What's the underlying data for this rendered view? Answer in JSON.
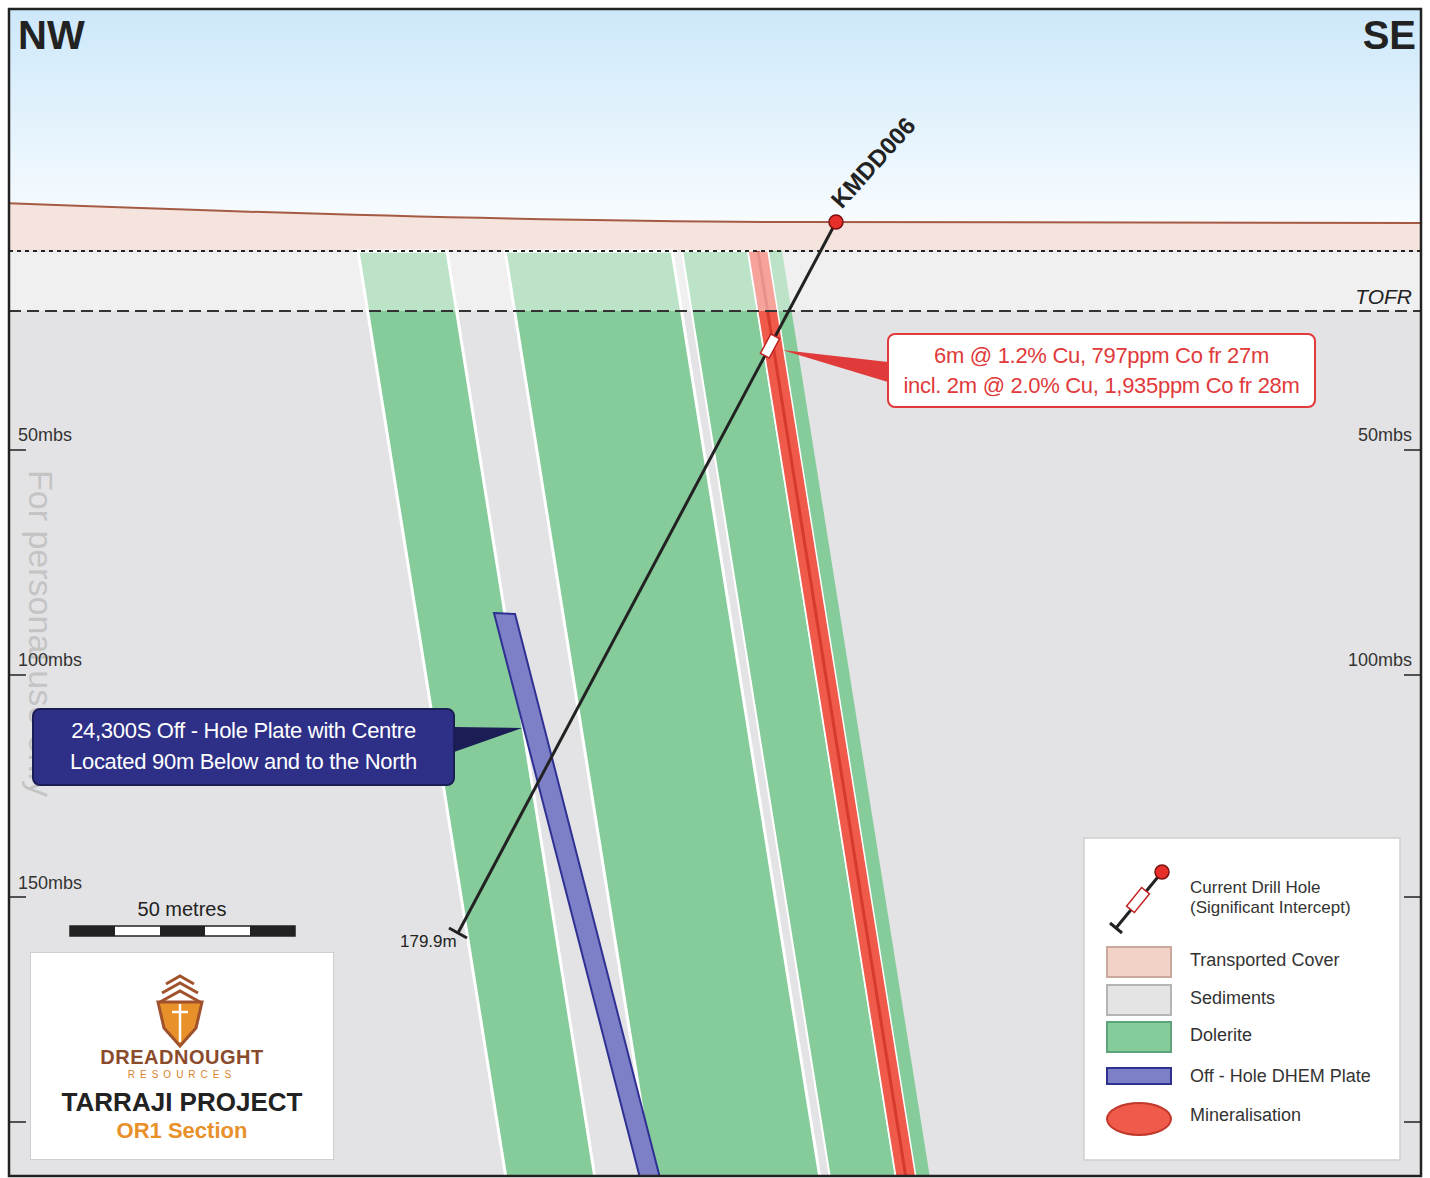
{
  "diagram": {
    "nodes": [
      {
        "text": [
          "6m @ 1.2% Cu, 797ppm Co fr 27m",
          "incl. 2m @ 2.0% Cu, 1,935ppm Co fr 28m"
        ]
      },
      {
        "text": [
          "24,300S Off - Hole Plate with Centre Located 90m Below and to the North"
        ]
      },
      {
        "text": [
          "DREADNOUGHT",
          "RESOURCES",
          "TARRAJI PROJECT",
          "OR1 Section"
        ]
      }
    ],
    "labels": [
      "NW",
      "SE",
      "KMDD006",
      "TOFR",
      "50mbs",
      "50mbs",
      "100mbs",
      "100mbs",
      "150mbs",
      "50 metres",
      "179.9m",
      "For personal use only"
    ],
    "legend": [
      {
        "text": "Current Drill Hole (Significant Intercept)"
      },
      {
        "text": "Transported Cover",
        "color": "#f2d2c6"
      },
      {
        "text": "Sediments",
        "color": "#e4e4e4"
      },
      {
        "text": "Dolerite",
        "color": "#86cc9b"
      },
      {
        "text": "Off - Hole DHEM Plate",
        "color": "#7d80c6"
      },
      {
        "text": "Mineralisation",
        "color": "#ef5a4a"
      }
    ]
  }
}
